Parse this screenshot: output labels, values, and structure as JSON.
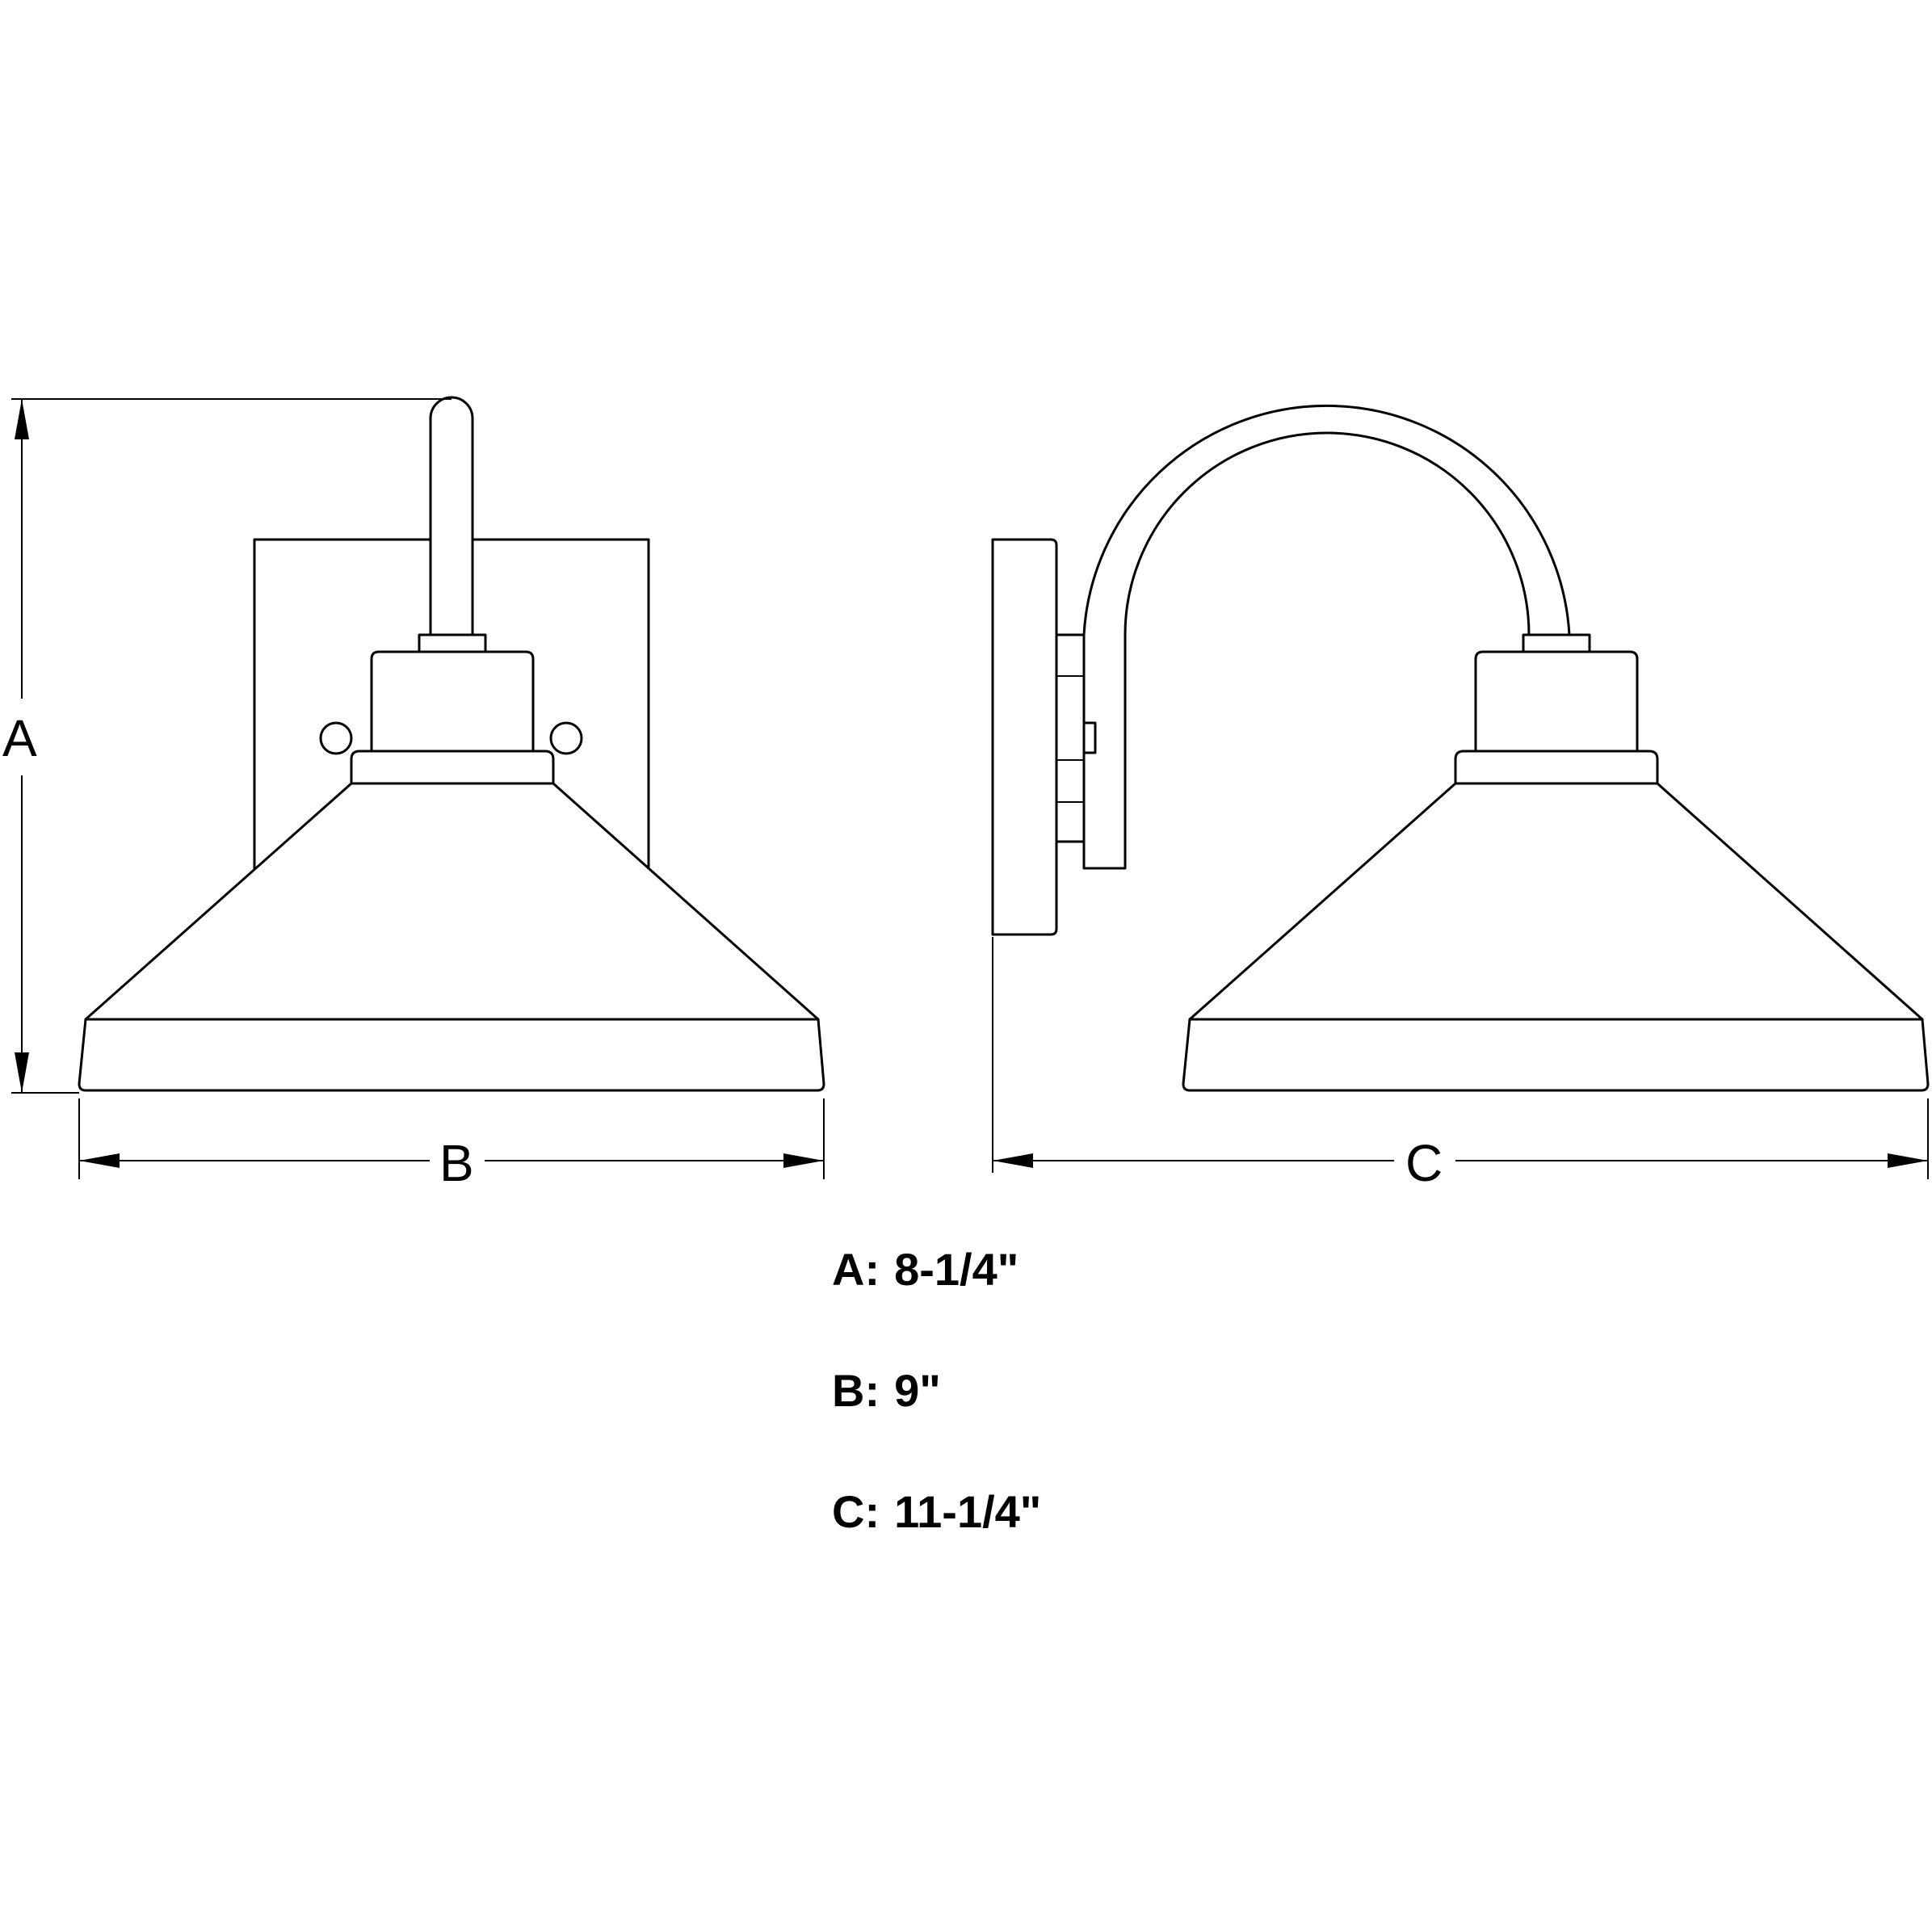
{
  "diagram": {
    "dimension_labels": {
      "height": "A",
      "width": "B",
      "extension": "C"
    },
    "specs": [
      {
        "key": "A",
        "value": "8-1/4\""
      },
      {
        "key": "B",
        "value": "9\""
      },
      {
        "key": "C",
        "value": "11-1/4\""
      }
    ]
  }
}
